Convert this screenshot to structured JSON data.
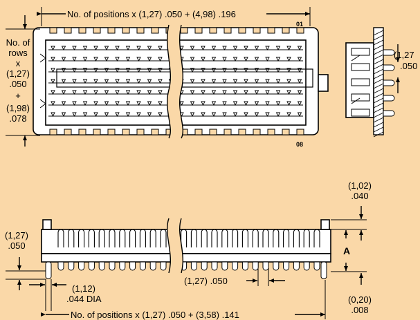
{
  "top_view": {
    "positions_dim": "No. of positions x (1,27) .050 + (4,98) .196",
    "row_label_01": "01",
    "row_label_08": "08",
    "rows_dim": [
      "No. of",
      "rows",
      "x",
      "(1,27)",
      ".050",
      "+",
      "(1,98)",
      ".078"
    ]
  },
  "side_view": {
    "pitch_dim": [
      "(1,27",
      ".050"
    ]
  },
  "front_view": {
    "height_dim_top": [
      "(1,02)",
      ".040"
    ],
    "left_dim": [
      "(1,27)",
      ".050"
    ],
    "A_label": "A",
    "pitch_dim": "(1,27) .050",
    "pin_dia": [
      "(1,12)",
      ".044 DIA"
    ],
    "standoff": [
      "(0,20)",
      ".008"
    ],
    "positions_dim": "No. of positions x (1,27) .050 + (3,58) .141"
  },
  "colors": {
    "background": "#FAD8A8",
    "line": "#000000",
    "fill": "#FFFFFF"
  }
}
